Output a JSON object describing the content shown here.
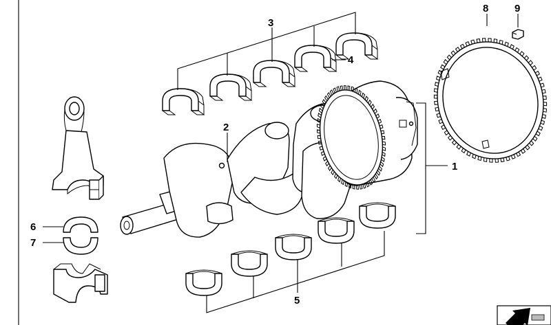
{
  "diagram": {
    "callouts": [
      {
        "id": "1",
        "label": "1"
      },
      {
        "id": "2",
        "label": "2"
      },
      {
        "id": "3",
        "label": "3"
      },
      {
        "id": "4",
        "label": "4"
      },
      {
        "id": "5",
        "label": "5"
      },
      {
        "id": "6",
        "label": "6"
      },
      {
        "id": "7",
        "label": "7"
      },
      {
        "id": "8",
        "label": "8"
      },
      {
        "id": "9",
        "label": "9"
      }
    ],
    "parts": {
      "crankshaft": "crankshaft",
      "connecting_rod": "connecting-rod",
      "main_bearing_shells_upper": "bearing-shell",
      "main_bearing_shells_lower": "bearing-shell",
      "rod_bearing_shells": "bearing-shell",
      "increment_wheel": "toothed-ring",
      "screw": "screw"
    },
    "icons": {
      "corner": "navigation-arrow-icon"
    },
    "colors": {
      "line": "#000000",
      "background": "#ffffff",
      "fill": "#ffffff"
    }
  }
}
